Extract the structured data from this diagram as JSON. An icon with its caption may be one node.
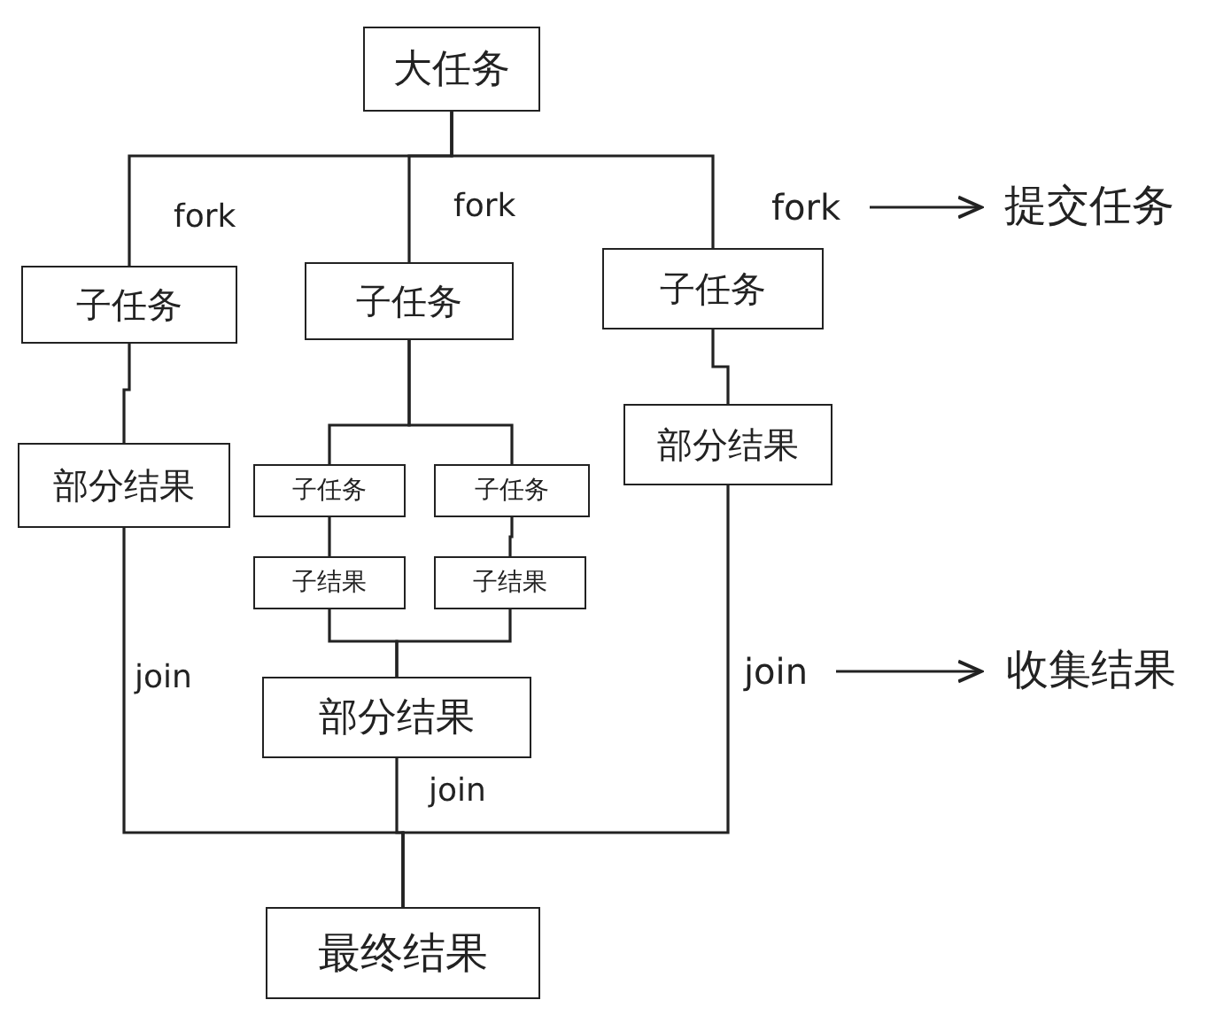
{
  "diagram": {
    "nodes": [
      {
        "text": [
          "大任务"
        ]
      },
      {
        "text": [
          "子任务"
        ]
      },
      {
        "text": [
          "子任务"
        ]
      },
      {
        "text": [
          "子任务"
        ]
      },
      {
        "text": [
          "部分结果"
        ]
      },
      {
        "text": [
          "子任务"
        ]
      },
      {
        "text": [
          "子任务"
        ]
      },
      {
        "text": [
          "子结果"
        ]
      },
      {
        "text": [
          "子结果"
        ]
      },
      {
        "text": [
          "部分结果"
        ]
      },
      {
        "text": [
          "部分结果"
        ]
      },
      {
        "text": [
          "最终结果"
        ]
      },
      {
        "text": [
          "fork"
        ]
      },
      {
        "text": [
          "提交任务"
        ]
      },
      {
        "text": [
          "join"
        ]
      },
      {
        "text": [
          "收集结果"
        ]
      }
    ],
    "edges": [
      {
        "from": 0,
        "to": 1,
        "arrow": "none",
        "label": "fork"
      },
      {
        "from": 0,
        "to": 2,
        "arrow": "none",
        "label": "fork"
      },
      {
        "from": 0,
        "to": 3,
        "arrow": "none"
      },
      {
        "from": 1,
        "to": 4,
        "arrow": "none"
      },
      {
        "from": 2,
        "to": 5,
        "arrow": "none"
      },
      {
        "from": 2,
        "to": 6,
        "arrow": "none"
      },
      {
        "from": 3,
        "to": 10,
        "arrow": "none"
      },
      {
        "from": 5,
        "to": 7,
        "arrow": "none"
      },
      {
        "from": 6,
        "to": 8,
        "arrow": "none"
      },
      {
        "from": 7,
        "to": 9,
        "arrow": "none"
      },
      {
        "from": 8,
        "to": 9,
        "arrow": "none"
      },
      {
        "from": 4,
        "to": 11,
        "arrow": "none",
        "label": "join"
      },
      {
        "from": 9,
        "to": 11,
        "arrow": "none",
        "label": "join"
      },
      {
        "from": 10,
        "to": 11,
        "arrow": "none"
      },
      {
        "from": 12,
        "to": 13,
        "arrow": "to"
      },
      {
        "from": 14,
        "to": 15,
        "arrow": "to"
      }
    ]
  }
}
